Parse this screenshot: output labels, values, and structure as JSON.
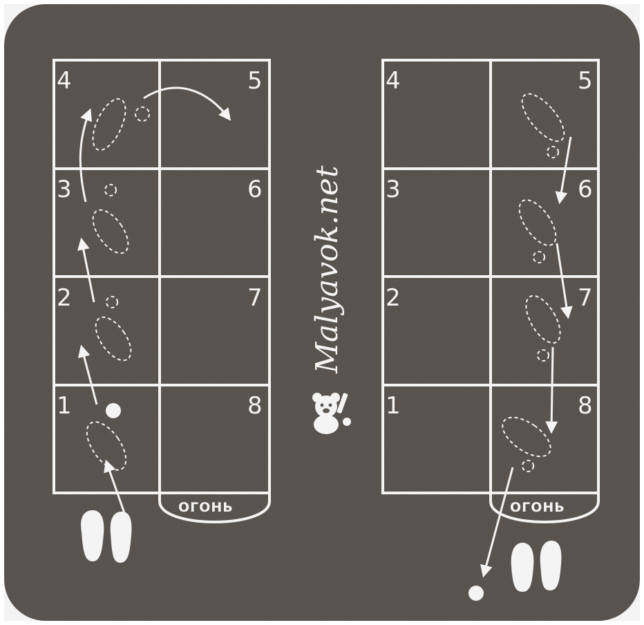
{
  "diagram": {
    "colors": {
      "asphalt": "#5c5753",
      "chalk": "#f4f4f4"
    },
    "left_court": {
      "numbers": [
        "1",
        "2",
        "3",
        "4",
        "5",
        "6",
        "7",
        "8"
      ],
      "fire_label": "ОГОНЬ"
    },
    "right_court": {
      "numbers": [
        "1",
        "2",
        "3",
        "4",
        "5",
        "6",
        "7",
        "8"
      ],
      "fire_label": "ОГОНЬ"
    },
    "watermark": "Malyavok.net",
    "watermark_icon": "teddy-bear-icon"
  }
}
